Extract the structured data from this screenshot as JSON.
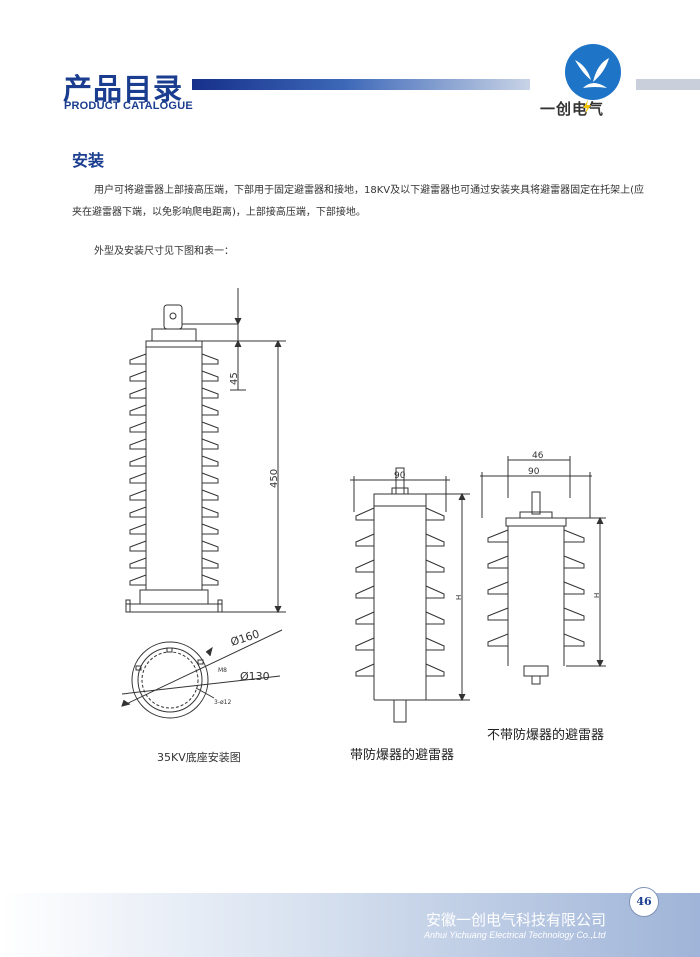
{
  "header": {
    "title_cn": "产品目录",
    "title_en": "PRODUCT CATALOGUE",
    "brand": "一创电气"
  },
  "section": {
    "title": "安装",
    "paragraph": "用户可将避雷器上部接高压端，下部用于固定避雷器和接地，18KV及以下避雷器也可通过安装夹具将避雷器固定在托架上(应夹在避雷器下端，以免影响爬电距离)，上部接高压端，下部接地。",
    "note": "外型及安装尺寸见下图和表一："
  },
  "figures": {
    "left": {
      "caption": "35KV底座安装图",
      "dim_45": "45",
      "dim_450": "450",
      "dim_160": "Ø160",
      "dim_130": "Ø130",
      "dim_m8": "M8",
      "dim_holes": "3-ø12"
    },
    "middle": {
      "caption": "带防爆器的避雷器",
      "dim_90": "90",
      "dim_h": "H"
    },
    "right": {
      "caption": "不带防爆器的避雷器",
      "dim_46": "46",
      "dim_90": "90",
      "dim_h": "H"
    }
  },
  "footer": {
    "company_cn": "安徽一创电气科技有限公司",
    "company_en": "Anhui Yichuang Electrical Technology Co.,Ltd",
    "page": "46"
  },
  "colors": {
    "primary": "#1a3d8f",
    "logo_blue": "#1e74c6",
    "accent_yellow": "#f2c500"
  }
}
